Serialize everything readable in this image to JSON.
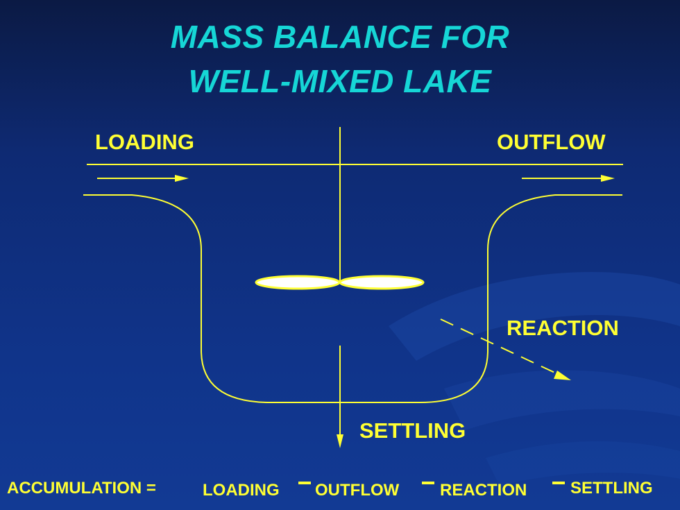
{
  "title": {
    "line1": "MASS BALANCE FOR",
    "line2": "WELL-MIXED LAKE"
  },
  "labels": {
    "loading": "LOADING",
    "outflow": "OUTFLOW",
    "reaction": "REACTION",
    "settling": "SETTLING"
  },
  "equation": {
    "accumulation": "ACCUMULATION =",
    "loading": "LOADING",
    "outflow": "OUTFLOW",
    "reaction": "REACTION",
    "settling": "SETTLING"
  },
  "colors": {
    "line": "#ffff33",
    "title": "#16d6d6",
    "background": "#10348a"
  }
}
